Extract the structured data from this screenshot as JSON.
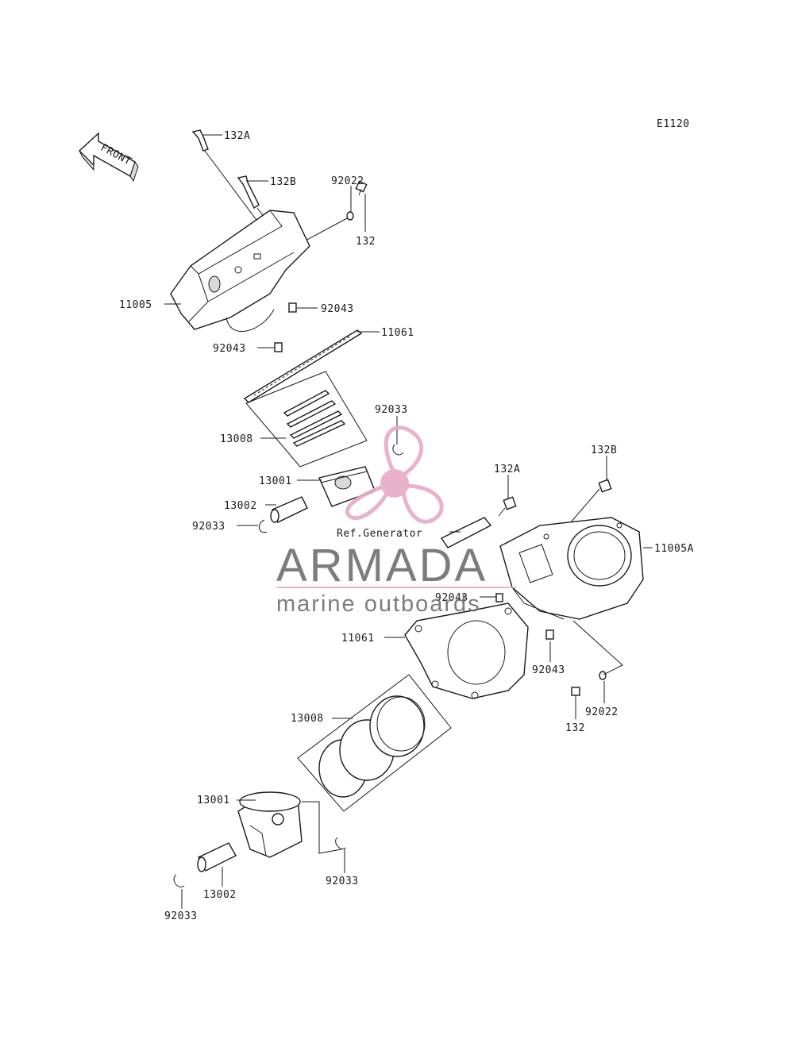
{
  "diagram": {
    "code": "E1120",
    "front_label": "FRONT",
    "reference": "Ref.Generator"
  },
  "callouts": [
    {
      "id": "c-132a-top",
      "text": "132A"
    },
    {
      "id": "c-132b-top",
      "text": "132B"
    },
    {
      "id": "c-92022-top",
      "text": "92022"
    },
    {
      "id": "c-132-top",
      "text": "132"
    },
    {
      "id": "c-11005",
      "text": "11005"
    },
    {
      "id": "c-92043-a",
      "text": "92043"
    },
    {
      "id": "c-11061-top",
      "text": "11061"
    },
    {
      "id": "c-92043-b",
      "text": "92043"
    },
    {
      "id": "c-92033-top",
      "text": "92033"
    },
    {
      "id": "c-13008-top",
      "text": "13008"
    },
    {
      "id": "c-13001-top",
      "text": "13001"
    },
    {
      "id": "c-13002-top",
      "text": "13002"
    },
    {
      "id": "c-92033-left",
      "text": "92033"
    },
    {
      "id": "c-132a-mid",
      "text": "132A"
    },
    {
      "id": "c-132b-mid",
      "text": "132B"
    },
    {
      "id": "c-11005a",
      "text": "11005A"
    },
    {
      "id": "c-92043-c",
      "text": "92043"
    },
    {
      "id": "c-11061-mid",
      "text": "11061"
    },
    {
      "id": "c-92043-d",
      "text": "92043"
    },
    {
      "id": "c-92022-mid",
      "text": "92022"
    },
    {
      "id": "c-132-mid",
      "text": "132"
    },
    {
      "id": "c-13008-low",
      "text": "13008"
    },
    {
      "id": "c-13001-low",
      "text": "13001"
    },
    {
      "id": "c-92033-low",
      "text": "92033"
    },
    {
      "id": "c-13002-low",
      "text": "13002"
    },
    {
      "id": "c-92033-bottom",
      "text": "92033"
    }
  ],
  "watermark": {
    "brand": "ARMADA",
    "tagline": "marine outboards",
    "brand_color": "#6e6e6e",
    "accent_color": "#e8a9c8",
    "logo_icon": "propeller-icon"
  }
}
